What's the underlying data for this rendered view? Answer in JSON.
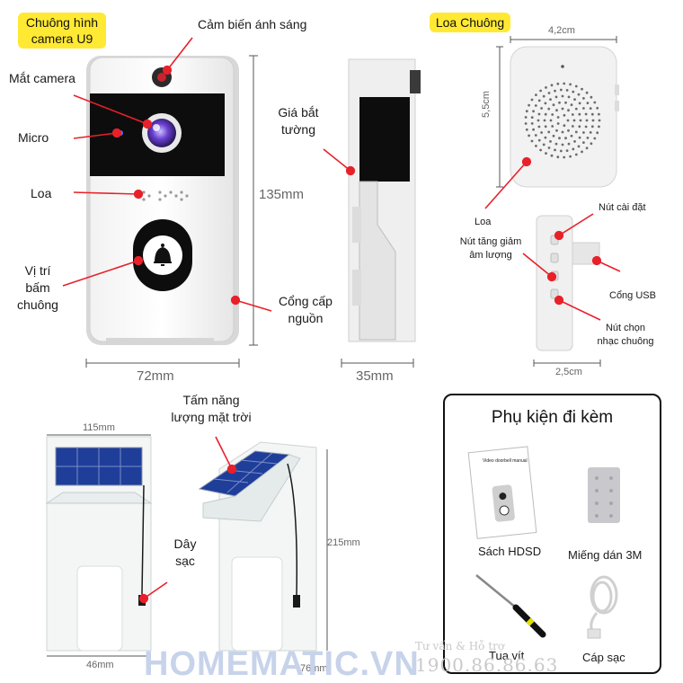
{
  "tags": {
    "doorbell": "Chuông hình\ncamera U9",
    "chime": "Loa Chuông"
  },
  "labels": {
    "light_sensor": "Cảm biến ánh sáng",
    "camera_eye": "Mắt camera",
    "micro": "Micro",
    "speaker": "Loa",
    "bell_position": "Vị trí\nbấm\nchuông",
    "power_port": "Cổng cấp\nnguồn",
    "wall_mount": "Giá bắt\ntường",
    "chime_speaker": "Loa",
    "settings_button": "Nút cài đặt",
    "volume_button": "Nút tăng giảm\nâm lượng",
    "usb_port": "Cổng USB",
    "ringtone_button": "Nút chọn\nnhạc chuông",
    "solar_panel": "Tấm năng\nlượng mặt trời",
    "charge_cable": "Dây\nsạc"
  },
  "dimensions": {
    "doorbell_height": "135mm",
    "doorbell_width": "72mm",
    "side_depth": "35mm",
    "chime_width": "4,2cm",
    "chime_height": "5,5cm",
    "chime_depth": "2,5cm",
    "solar_width": "115mm",
    "solar_height": "215mm",
    "solar_base": "46mm",
    "solar_base_side": "76mm"
  },
  "accessories": {
    "title": "Phụ kiện đi kèm",
    "manual": "Sách HDSD",
    "manual_caption": "Video doorbell manual",
    "sticker": "Miếng dán 3M",
    "screwdriver": "Tua vít",
    "cable": "Cáp sạc"
  },
  "watermark": {
    "brand": "HOMEMATIC.VN",
    "support": "Tư vấn & Hỗ trợ",
    "phone": "1900.86.86.63"
  },
  "colors": {
    "arrow": "#e8202a",
    "tag": "#ffe933",
    "solar": "#1f3e9a"
  }
}
